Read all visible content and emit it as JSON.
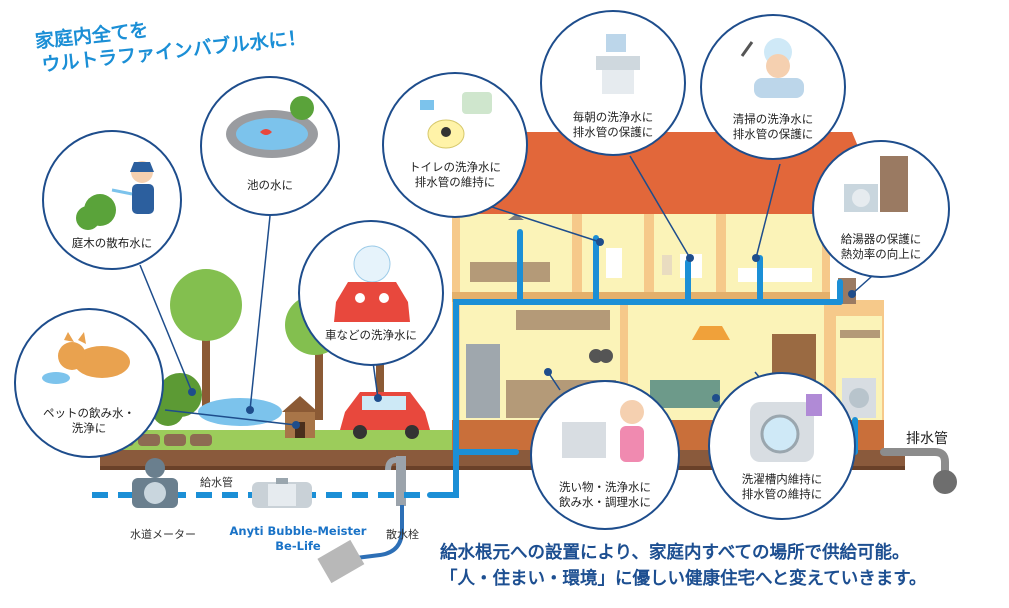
{
  "headline": {
    "line1": "家庭内全てを",
    "line2": "ウルトラファインバブル水に！"
  },
  "bubbles": {
    "garden": "庭木の散布水に",
    "pond": "池の水に",
    "car": "車などの洗浄水に",
    "pet_line1": "ペットの飲み水・",
    "pet_line2": "洗浄に",
    "toilet_line1": "トイレの洗浄水に",
    "toilet_line2": "排水管の維持に",
    "washbasin_line1": "毎朝の洗浄水に",
    "washbasin_line2": "排水管の保護に",
    "bath_line1": "清掃の洗浄水に",
    "bath_line2": "排水管の保護に",
    "heater_line1": "給湯器の保護に",
    "heater_line2": "熱効率の向上に",
    "kitchen_line1": "洗い物・洗浄水に",
    "kitchen_line2": "飲み水・調理水に",
    "laundry_line1": "洗濯槽内維持に",
    "laundry_line2": "排水管の維持に"
  },
  "labels": {
    "supply_pipe": "給水管",
    "water_meter": "水道メーター",
    "faucet": "散水栓",
    "drain_pipe": "排水管"
  },
  "product": {
    "name_line1": "Anyti Bubble-Meister",
    "name_line2": "Be-Life"
  },
  "footer": {
    "line1": "給水根元への設置により、家庭内すべての場所で供給可能。",
    "line2": "「人・住まい・環境」に優しい健康住宅へと変えていきます。"
  },
  "colors": {
    "pipe_blue": "#1b8fd6",
    "bubble_border": "#1e4d8c",
    "roof": "#e2673a",
    "house_wall": "#f6c98a",
    "room": "#fbf3b8",
    "ground": "#8a5a3c",
    "grass": "#9ccc5b",
    "headline": "#1b8fd6"
  }
}
